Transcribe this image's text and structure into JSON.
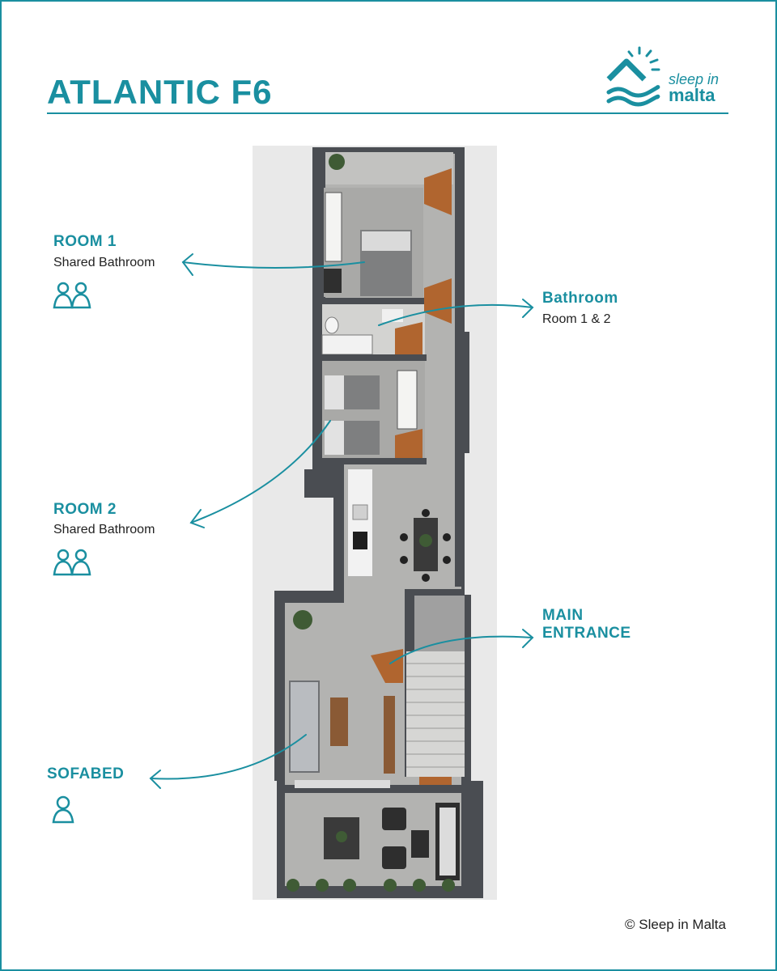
{
  "title": "ATLANTIC F6",
  "logo": {
    "line1": "sleep in",
    "line2": "malta"
  },
  "labels": {
    "room1": {
      "title": "ROOM 1",
      "subtitle": "Shared Bathroom",
      "occupancy_icon": "two-people-icon"
    },
    "room2": {
      "title": "ROOM 2",
      "subtitle": "Shared Bathroom",
      "occupancy_icon": "two-people-icon"
    },
    "bathroom": {
      "title": "Bathroom",
      "subtitle": "Room 1 & 2"
    },
    "entrance": {
      "title": "MAIN ENTRANCE"
    },
    "sofabed": {
      "title": "SOFABED",
      "occupancy_icon": "person-icon"
    }
  },
  "copyright": "© Sleep in Malta",
  "colors": {
    "accent": "#1a8fa0",
    "wall": "#4a4d52",
    "floor": "#b3b3b1",
    "wood": "#b0652f"
  }
}
